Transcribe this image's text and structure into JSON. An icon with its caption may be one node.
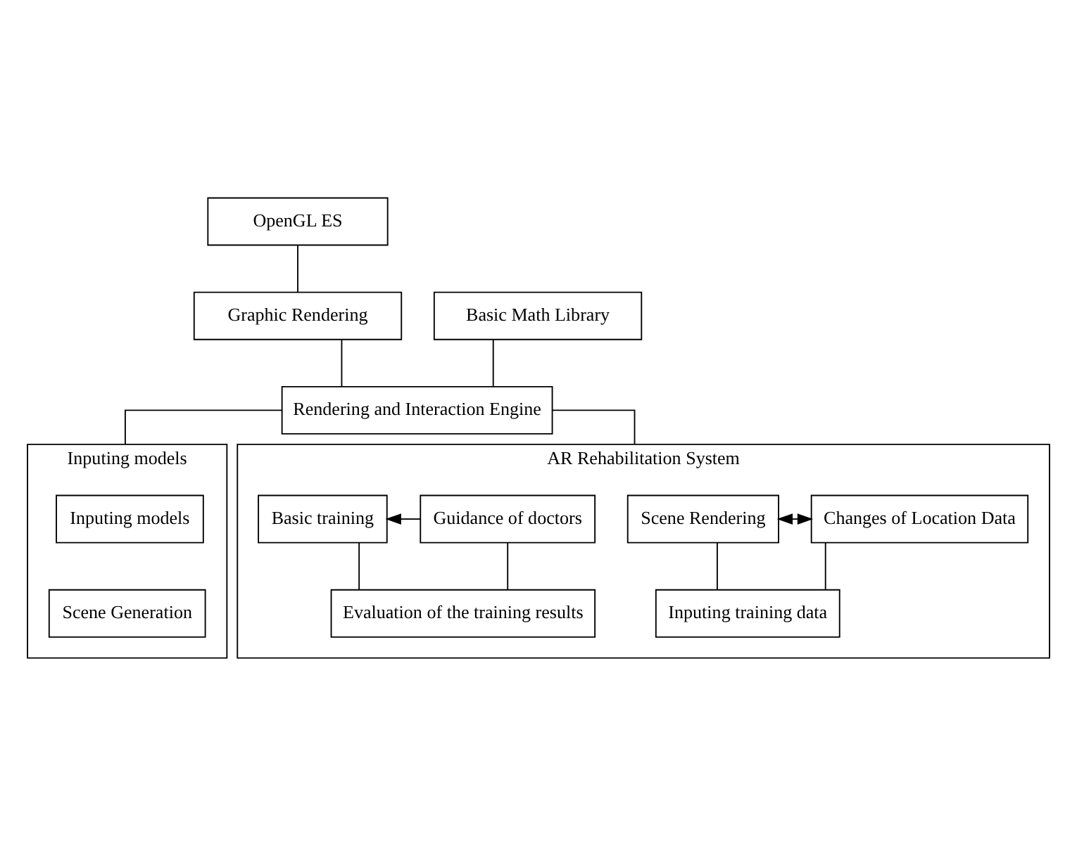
{
  "diagram": {
    "nodes": [
      {
        "text": [
          "OpenGL ES"
        ]
      },
      {
        "text": [
          "Basic Math Library"
        ]
      },
      {
        "text": [
          "Graphic Rendering"
        ]
      },
      {
        "text": [
          "Rendering and Interaction Engine"
        ]
      },
      {
        "text": [
          "Inputing models"
        ]
      },
      {
        "text": [
          "Inputing models"
        ],
        "in": 4
      },
      {
        "text": [
          "Scene Generation"
        ],
        "in": 4
      },
      {
        "text": [
          "AR Rehabilitation System"
        ]
      },
      {
        "text": [
          "Scene Rendering"
        ],
        "in": 7
      },
      {
        "text": [
          "Changes of Location Data"
        ],
        "in": 7
      },
      {
        "text": [
          "Basic training"
        ],
        "in": 7
      },
      {
        "text": [
          "Guidance of doctors"
        ],
        "in": 7
      },
      {
        "text": [
          "Inputing training data"
        ],
        "in": 7
      },
      {
        "text": [
          "Evaluation of the training results"
        ],
        "in": 7
      }
    ],
    "edges": [
      {
        "from": 0,
        "to": 2,
        "arrow": "none"
      },
      {
        "from": 1,
        "to": 3,
        "arrow": "none"
      },
      {
        "from": 2,
        "to": 3,
        "arrow": "none"
      },
      {
        "from": 3,
        "to": 4,
        "arrow": "none"
      },
      {
        "from": 3,
        "to": 7,
        "arrow": "none"
      },
      {
        "from": 8,
        "to": 9,
        "arrow": "both"
      },
      {
        "from": 11,
        "to": 10,
        "arrow": "to"
      },
      {
        "from": 8,
        "to": 12,
        "arrow": "none"
      },
      {
        "from": 9,
        "to": 12,
        "arrow": "none"
      },
      {
        "from": 10,
        "to": 13,
        "arrow": "none"
      },
      {
        "from": 11,
        "to": 13,
        "arrow": "none"
      }
    ]
  }
}
